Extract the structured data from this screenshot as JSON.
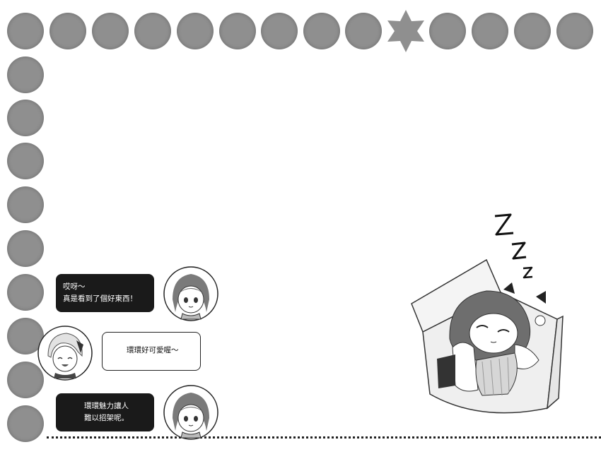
{
  "border": {
    "top_dot_count": 13,
    "left_dot_count": 9,
    "dot_color": "#8f8f8f",
    "accent_shape": "six-pointed-star"
  },
  "dialogue": [
    {
      "speaker": "girl-with-ponytail",
      "style": "dark",
      "lines": [
        "哎呀～",
        "真是看到了個好東西！"
      ]
    },
    {
      "speaker": "short-haired-girl",
      "style": "light",
      "lines": [
        "環環好可愛喔～"
      ]
    },
    {
      "speaker": "girl-with-ponytail",
      "style": "dark",
      "lines": [
        "環環魅力讓人",
        "難以招架呢。"
      ]
    }
  ],
  "scene": {
    "sleep_sound": "Z Z z",
    "illustration": "girl-sleeping-in-cardboard-box"
  }
}
